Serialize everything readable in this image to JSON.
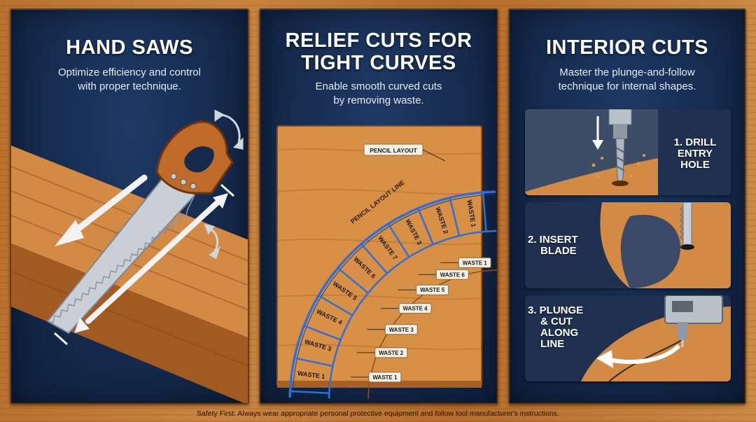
{
  "panels": {
    "hand_saws": {
      "title": "HAND SAWS",
      "subtitle_line1": "Optimize efficiency and control",
      "subtitle_line2": "with proper technique."
    },
    "relief_cuts": {
      "title_line1": "RELIEF CUTS FOR",
      "title_line2": "TIGHT CURVES",
      "subtitle_line1": "Enable smooth curved cuts",
      "subtitle_line2": "by removing waste.",
      "labels": {
        "pencil_layout": "PENCIL LAYOUT",
        "pencil_layout_line": "PENCIL LAYOUT LINE"
      },
      "outer_waste": [
        "WASTE 1",
        "WASTE 2",
        "WASTE 3",
        "WASTE 7",
        "WASTE 6",
        "WASTE 5",
        "WASTE 4",
        "WASTE 3",
        "WASTE 1"
      ],
      "inner_waste": [
        "WASTE 1",
        "WASTE 6",
        "WASTE 5",
        "WASTE 4",
        "WASTE 3",
        "WASTE 2",
        "WASTE 1"
      ]
    },
    "interior_cuts": {
      "title": "INTERIOR CUTS",
      "subtitle_line1": "Master the plunge-and-follow",
      "subtitle_line2": "technique for internal shapes.",
      "steps": [
        {
          "line1": "1. DRILL",
          "line2": "ENTRY",
          "line3": "HOLE"
        },
        {
          "line1": "2. INSERT",
          "line2": "BLADE"
        },
        {
          "line1": "3. PLUNGE",
          "line2": "& CUT",
          "line3": "ALONG",
          "line4": "LINE"
        }
      ]
    }
  },
  "footer": "Safety First: Always wear appropriate personal protective equipment and follow tool manufacturer's instructions.",
  "colors": {
    "panel_navy": "#152a4d",
    "wood_light": "#d9924a",
    "wood_dark": "#a85f22",
    "cut_line_blue": "#2f6fd6",
    "label_bg": "#f6f1e6"
  }
}
